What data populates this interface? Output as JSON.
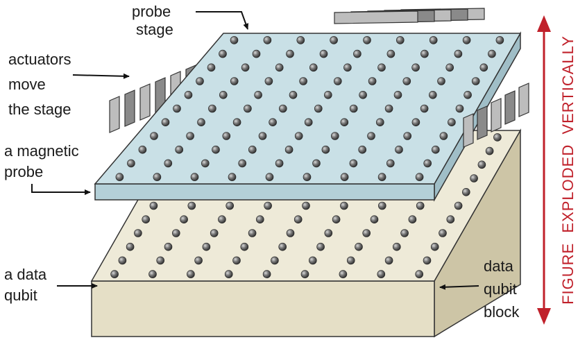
{
  "labels": {
    "probe_stage": [
      "probe",
      "stage"
    ],
    "actuators": [
      "actuators",
      "move",
      "the stage"
    ],
    "magnetic_probe": [
      "a magnetic",
      "probe"
    ],
    "data_qubit": [
      "a data",
      "qubit"
    ],
    "qubit_block": [
      "data",
      "qubit",
      "block"
    ],
    "vertical": "FIGURE  EXPLODED  VERTICALLY"
  },
  "colors": {
    "stage_top": "#c9e0e6",
    "stage_front": "#b4d0d8",
    "stage_side": "#a0bec7",
    "block_top": "#eeead8",
    "block_front": "#e5dfc6",
    "block_side": "#cdc5a6",
    "actuator_front": "#bdbdbd",
    "actuator_side": "#8a8a8a",
    "arrow_red": "#c0202a",
    "outline": "#333333"
  }
}
